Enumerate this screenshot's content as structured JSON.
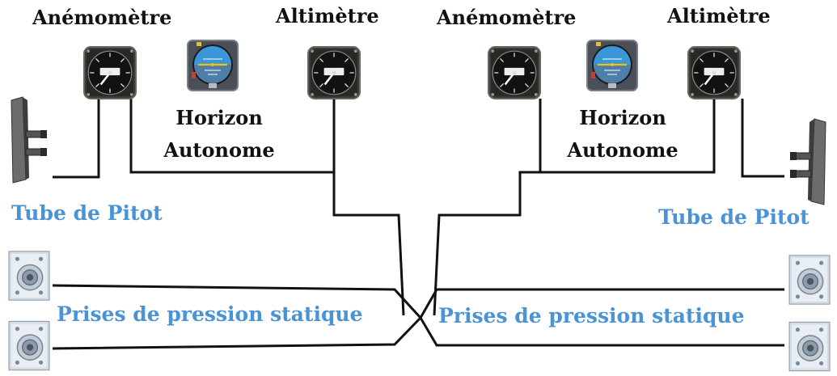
{
  "colors": {
    "label_blue": "#4a93d6",
    "label_black": "#111111",
    "tube_line": "#111111"
  },
  "left": {
    "anemometre_label": "Anémomètre",
    "altimetre_label": "Altimètre",
    "horizon_label_line1": "Horizon",
    "horizon_label_line2": "Autonome",
    "pitot_label": "Tube de Pitot",
    "static_label": "Prises de pression statique"
  },
  "right": {
    "anemometre_label": "Anémomètre",
    "altimetre_label": "Altimètre",
    "horizon_label_line1": "Horizon",
    "horizon_label_line2": "Autonome",
    "pitot_label": "Tube de Pitot",
    "static_label": "Prises de pression statique"
  },
  "icons": {
    "anemometre": "airspeed-indicator-icon",
    "horizon": "attitude-indicator-icon",
    "altimetre": "altimeter-icon",
    "pitot": "pitot-tube-icon",
    "static_port": "static-port-icon"
  }
}
